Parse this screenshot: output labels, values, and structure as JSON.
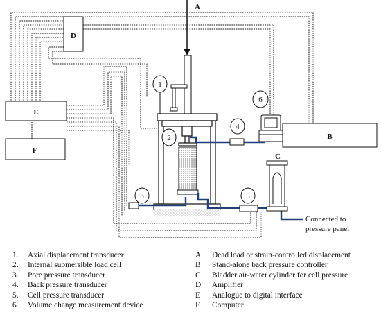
{
  "diagram": {
    "labels": {
      "A": "A",
      "B": "B",
      "C": "C",
      "D": "D",
      "E": "E",
      "F": "F",
      "t1": "1",
      "t2": "2",
      "t3": "3",
      "t4": "4",
      "t5": "5",
      "t6": "6"
    },
    "connected_note": [
      "Connected to",
      "pressure panel"
    ]
  },
  "legend_left": [
    {
      "key": "1.",
      "text": "Axial displacement transducer"
    },
    {
      "key": "2.",
      "text": "Internal submersible load cell"
    },
    {
      "key": "3.",
      "text": "Pore pressure transducer"
    },
    {
      "key": "4.",
      "text": "Back pressure transducer"
    },
    {
      "key": "5.",
      "text": "Cell pressure transducer"
    },
    {
      "key": "6.",
      "text": "Volume change measurement device"
    }
  ],
  "legend_right": [
    {
      "key": "A",
      "text": "Dead load or strain-controlled displacement"
    },
    {
      "key": "B",
      "text": "Stand-alone back pressure controller"
    },
    {
      "key": "C",
      "text": "Bladder air-water cylinder for cell pressure"
    },
    {
      "key": "D",
      "text": "Amplifier"
    },
    {
      "key": "E",
      "text": "Analogue to digital interface"
    },
    {
      "key": "F",
      "text": "Computer"
    }
  ],
  "colors": {
    "pipe": "#1f3f78",
    "line": "#111111",
    "sample": "#777777"
  }
}
